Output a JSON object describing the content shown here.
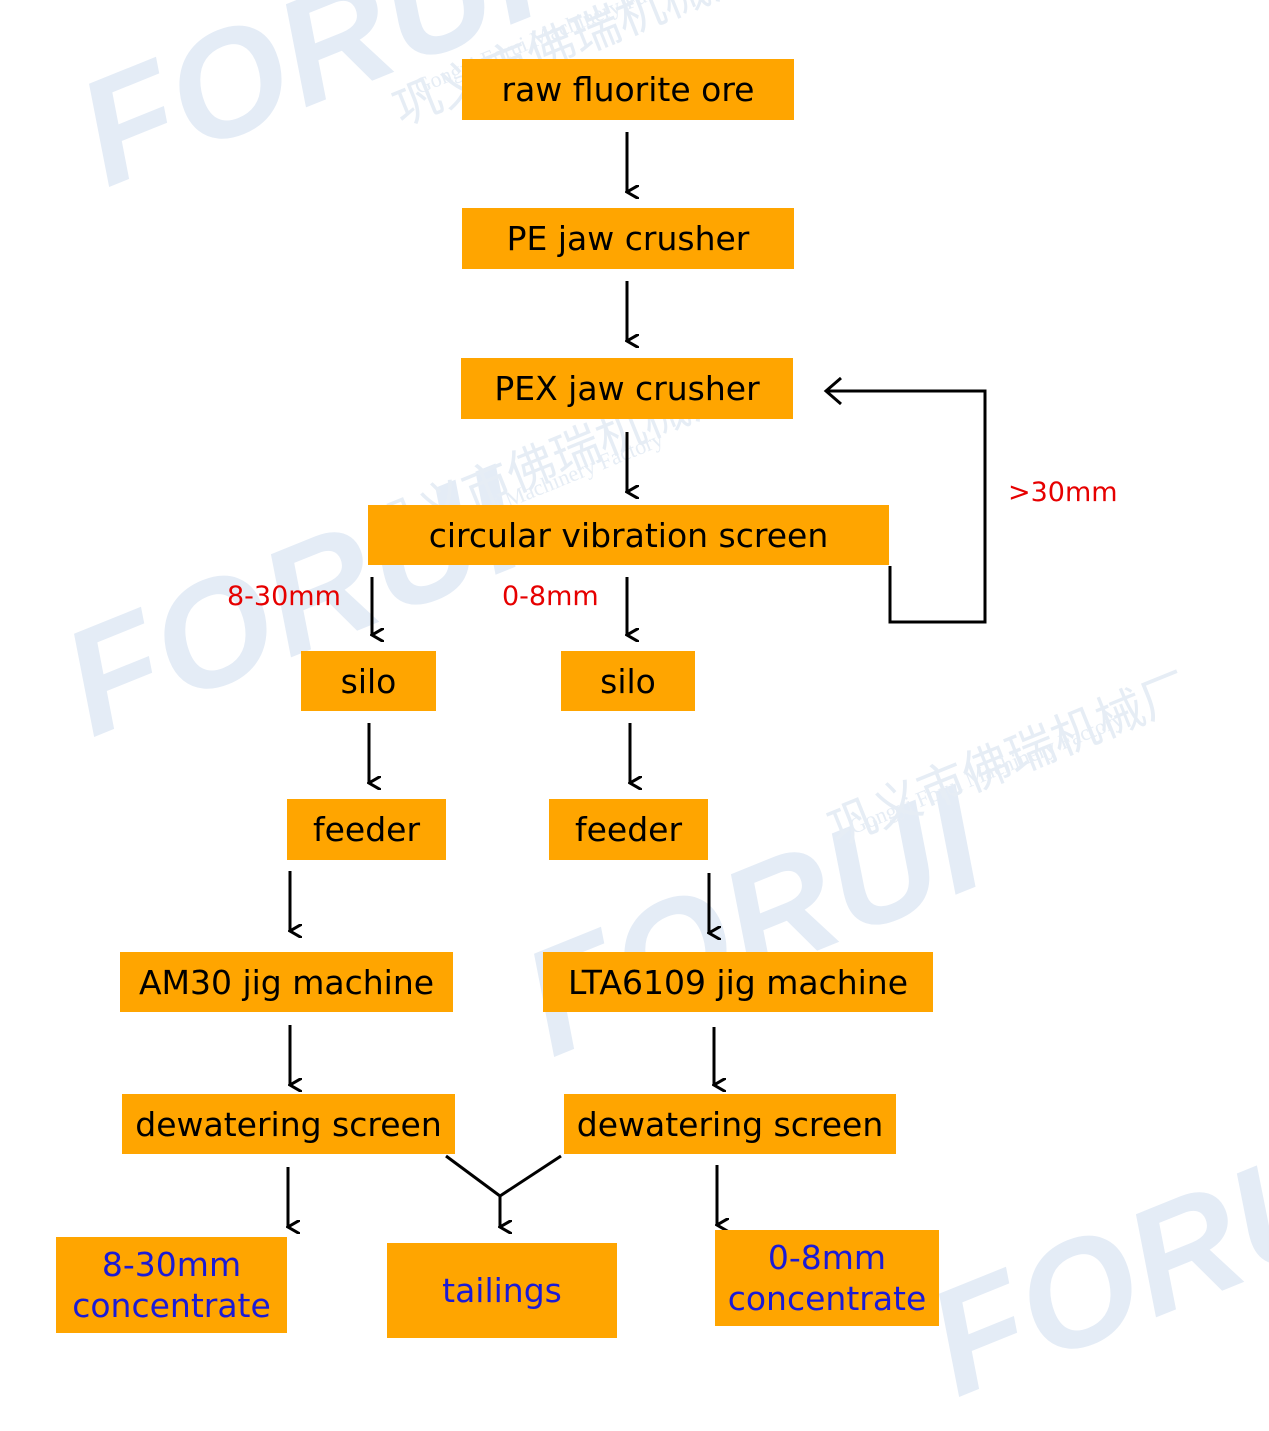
{
  "watermark": {
    "brand": "FORUI",
    "company_cn": "巩义市佛瑞机械厂",
    "company_en": "Gongyi Forui Machinery Factory"
  },
  "nodes": {
    "raw_ore": "raw fluorite ore",
    "pe_crusher": "PE jaw crusher",
    "pex_crusher": "PEX jaw crusher",
    "screen": "circular vibration screen",
    "silo_left": "silo",
    "silo_right": "silo",
    "feeder_left": "feeder",
    "feeder_right": "feeder",
    "jig_left": "AM30 jig machine",
    "jig_right": "LTA6109 jig machine",
    "dewater_left": "dewatering screen",
    "dewater_right": "dewatering screen",
    "out_left_line1": "8-30mm",
    "out_left_line2": "concentrate",
    "out_tailings": "tailings",
    "out_right_line1": "0-8mm",
    "out_right_line2": "concentrate"
  },
  "edge_labels": {
    "oversize": ">30mm",
    "left_fraction": "8-30mm",
    "right_fraction": "0-8mm"
  },
  "colors": {
    "box_fill": "#ffa500",
    "text": "#000000",
    "output_text": "#1b1bd6",
    "size_label": "#e60000",
    "arrow": "#000000"
  }
}
